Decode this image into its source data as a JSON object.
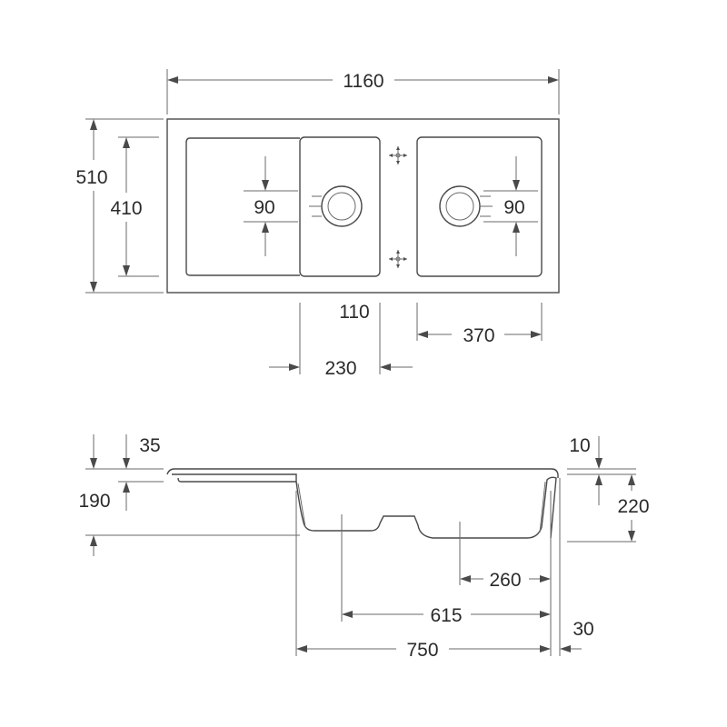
{
  "top_view": {
    "dims": {
      "overall_width": "1160",
      "overall_depth": "510",
      "bowl_depth": "410",
      "waste_left": "90",
      "waste_right": "90",
      "tap_strip": "110",
      "small_bowl": "230",
      "large_bowl": "370"
    }
  },
  "side_view": {
    "dims": {
      "rim_height": "35",
      "bowl_height": "190",
      "rim_right": "10",
      "total_depth": "220",
      "drain_offset": "260",
      "drain_distance": "615",
      "cabinet_width": "750",
      "edge": "30"
    }
  },
  "icons": {
    "tap_hole": "tap-hole-icon",
    "waste": "waste-outlet-icon"
  },
  "colors": {
    "line": "#4a4a4a",
    "background": "#ffffff"
  }
}
